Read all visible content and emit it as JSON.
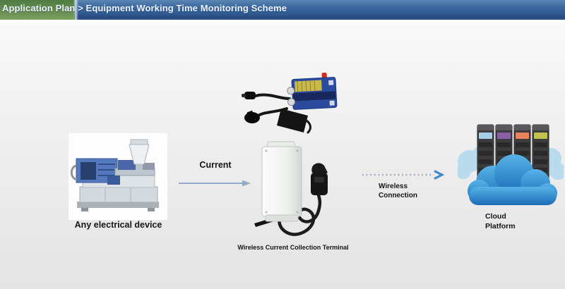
{
  "header": {
    "title": "Application Plan > Equipment Working Time Monitoring Scheme",
    "colors": {
      "green_section": "#688f52",
      "blue_section": "#2f5a92",
      "text": "#edf3fb"
    }
  },
  "diagram": {
    "electrical_device": {
      "label": "Any electrical device"
    },
    "current_flow": {
      "label": "Current"
    },
    "terminal": {
      "label": "Wireless Current Collection Terminal"
    },
    "wireless_connection": {
      "label_line1": "Wireless",
      "label_line2": "Connection"
    },
    "cloud_platform": {
      "label_line1": "Cloud",
      "label_line2": "Platform"
    },
    "colors": {
      "current_arrow": "#93abc9",
      "dashed_arrow_dots": "#9fadbe",
      "dashed_arrowhead": "#3f85c8",
      "cloud_top": "#58b3e8",
      "cloud_bottom": "#1b6cb5",
      "cloud_faded": "#aed6ee",
      "server_body": "#3c3c3e",
      "server_stripes": [
        "#a9cde9",
        "#8a5fa8",
        "#e8835c",
        "#c3c24e"
      ],
      "collector_box": "#2a4a9e",
      "collector_label": "#c9b94d",
      "collector_antenna_tip": "#cc2a1a"
    }
  }
}
